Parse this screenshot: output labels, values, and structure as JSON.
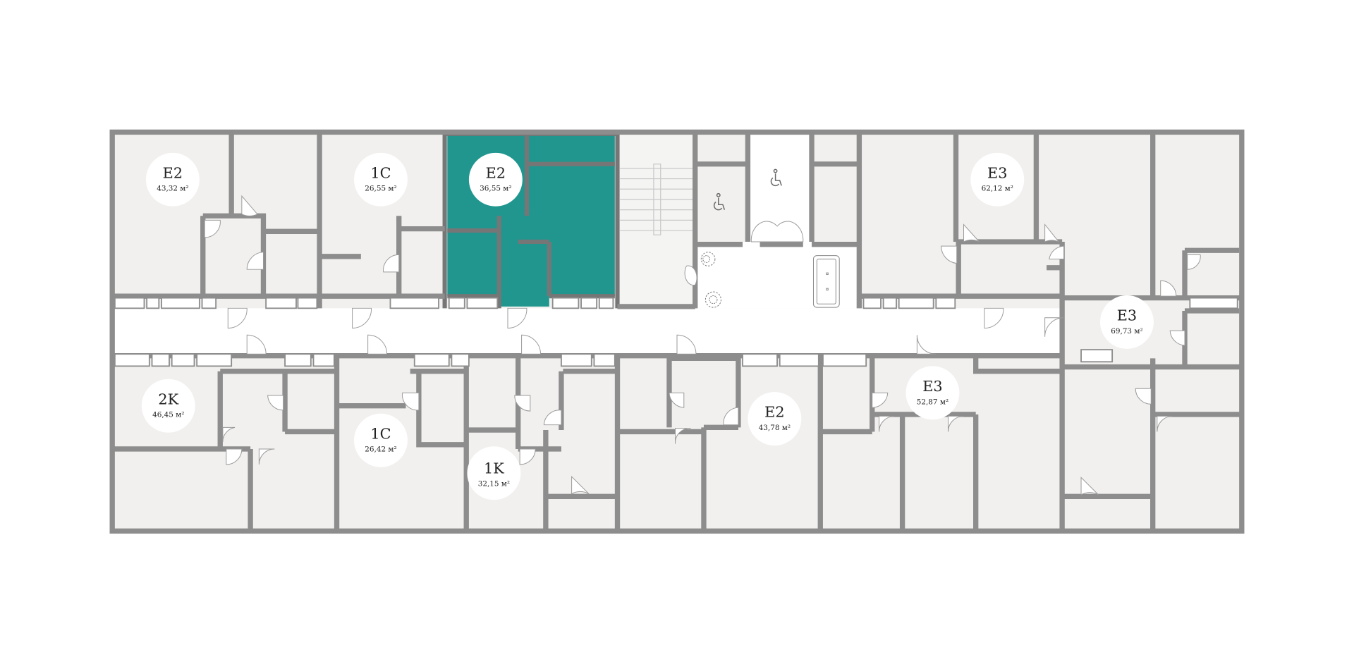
{
  "plan": {
    "colors": {
      "wall": "#8d8d8d",
      "floor": "#f1f0ee",
      "selected": "#21968f",
      "corridor": "#ffffff"
    },
    "apartments": [
      {
        "type": "E2",
        "area": "43,32 м²",
        "selected": false
      },
      {
        "type": "1С",
        "area": "26,55 м²",
        "selected": false
      },
      {
        "type": "E2",
        "area": "36,55 м²",
        "selected": true
      },
      {
        "type": "E3",
        "area": "62,12 м²",
        "selected": false
      },
      {
        "type": "E3",
        "area": "69,73 м²",
        "selected": false
      },
      {
        "type": "2K",
        "area": "46,45 м²",
        "selected": false
      },
      {
        "type": "1С",
        "area": "26,42 м²",
        "selected": false
      },
      {
        "type": "1K",
        "area": "32,15 м²",
        "selected": false
      },
      {
        "type": "E2",
        "area": "43,78 м²",
        "selected": false
      },
      {
        "type": "E3",
        "area": "52,87 м²",
        "selected": false
      }
    ],
    "icons": [
      "wheelchair-icon",
      "wheelchair-icon",
      "plant-icon",
      "plant-icon",
      "sofa-icon",
      "staircase-icon"
    ]
  }
}
